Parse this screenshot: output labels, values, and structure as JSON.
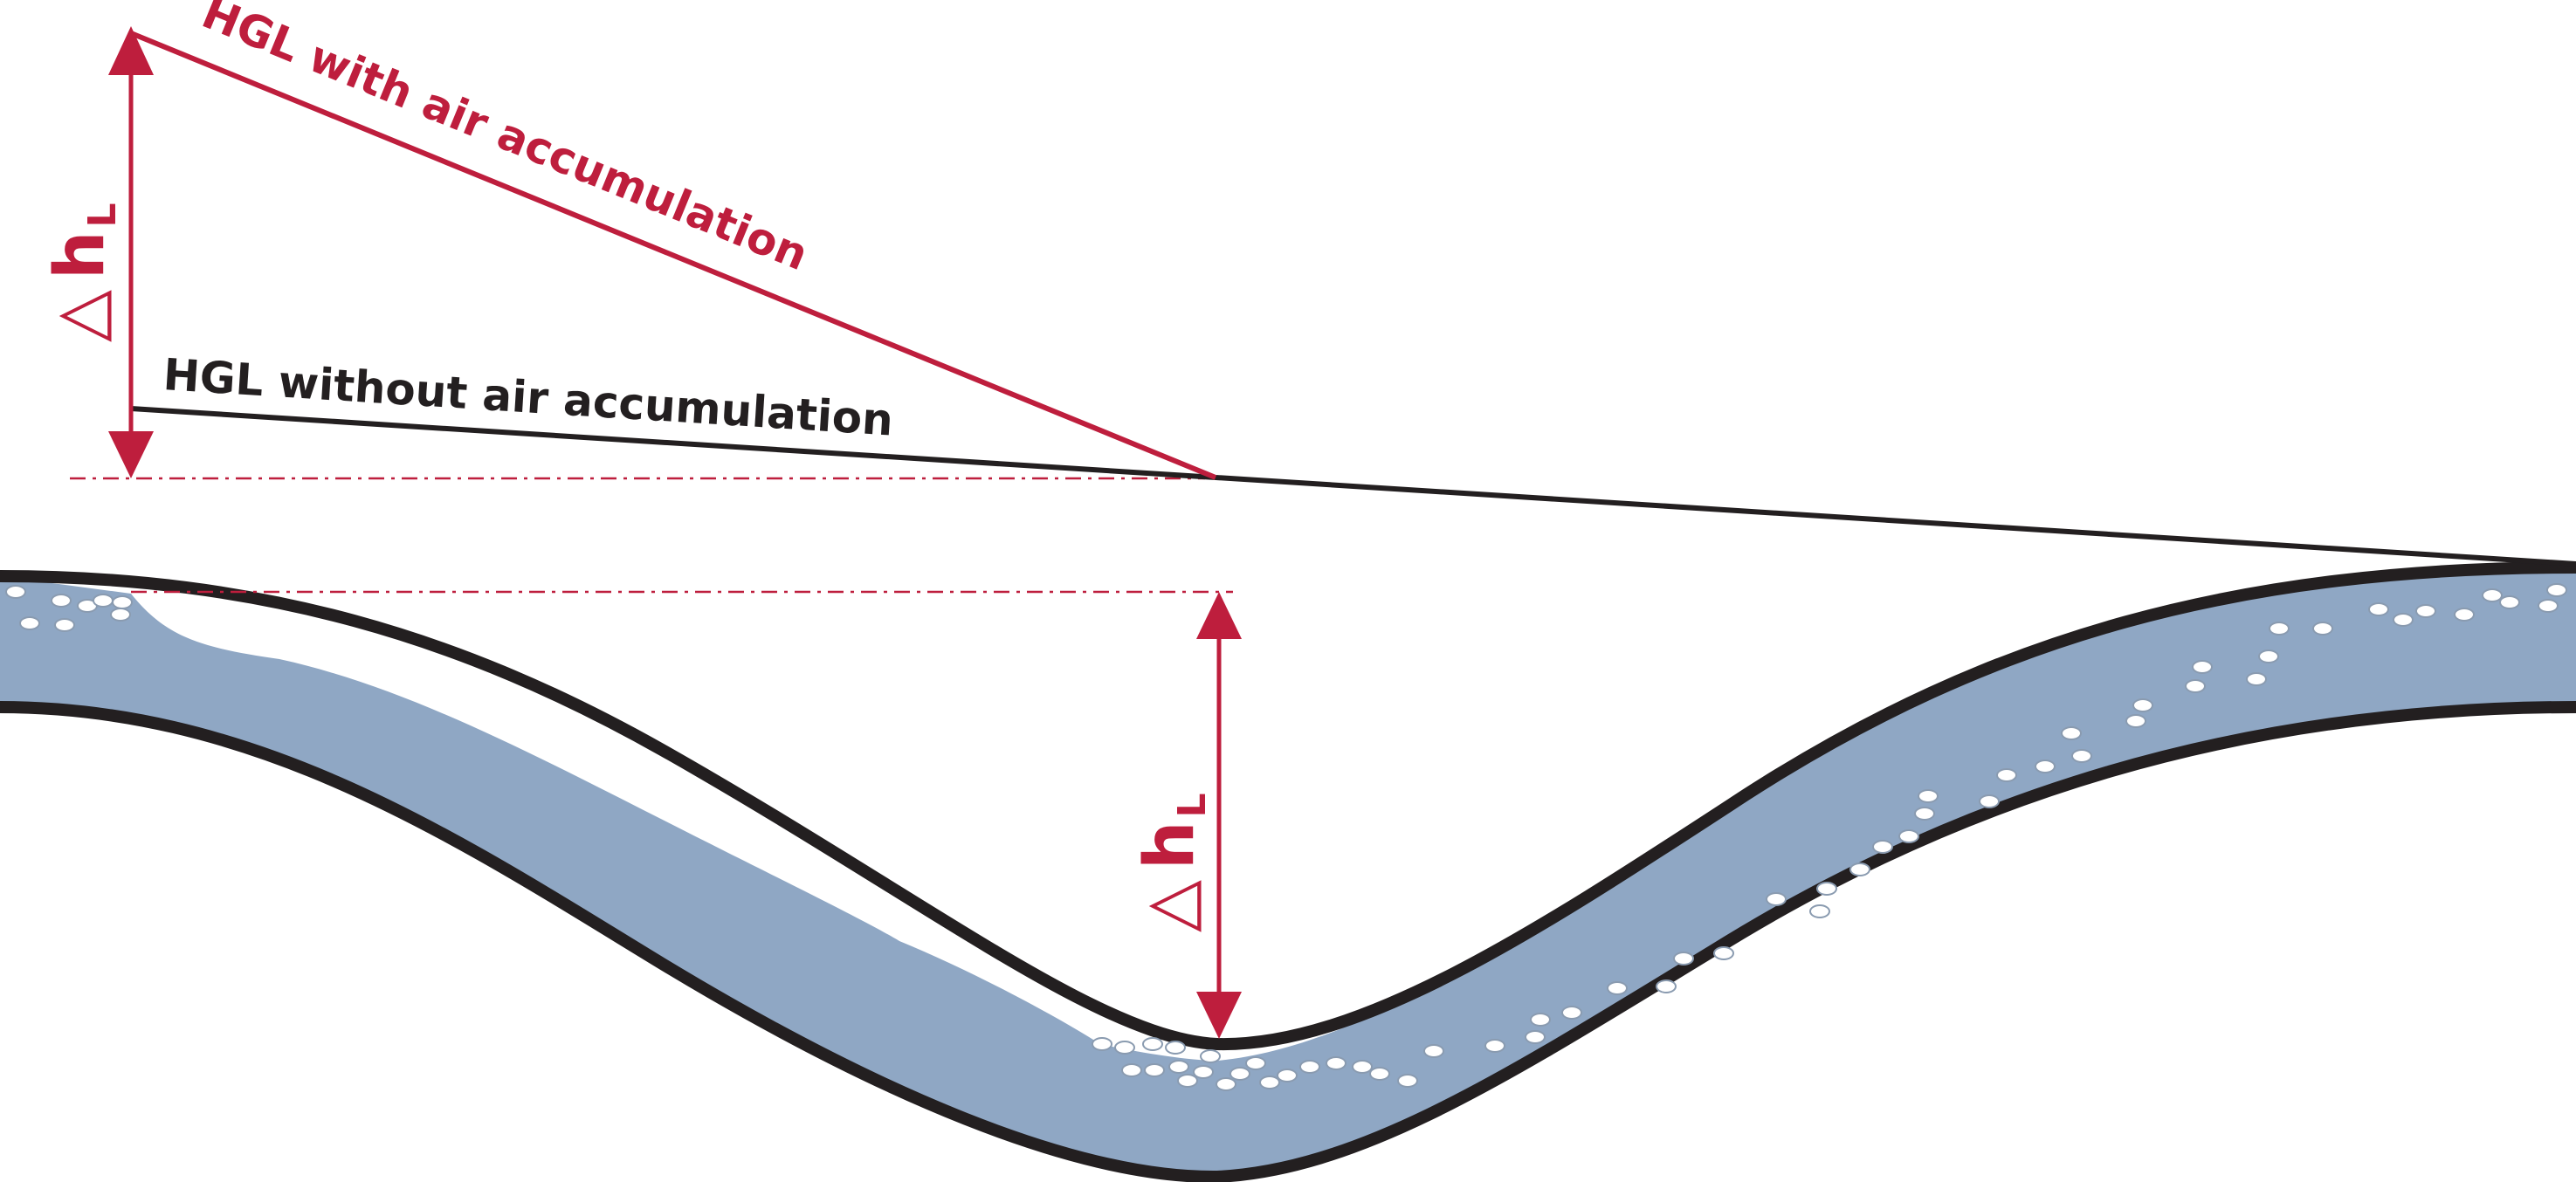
{
  "labels": {
    "hgl_with_air": "HGL with air accumulation",
    "hgl_without_air": "HGL without air accumulation",
    "delta_symbol": "△",
    "head_loss_h": "h",
    "head_loss_subscript": "L"
  },
  "colors": {
    "accent_red": "#be1e3d",
    "pipe_wall": "#231f20",
    "water": "#8fa7c4",
    "bubble": "#ffffff"
  }
}
